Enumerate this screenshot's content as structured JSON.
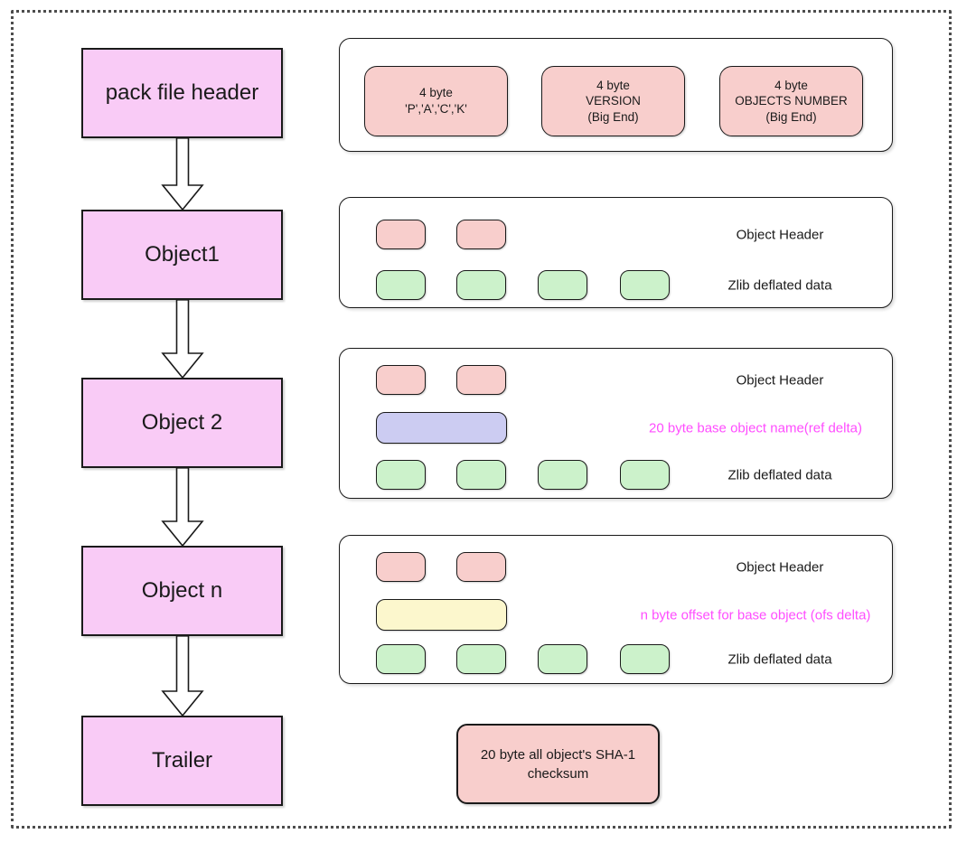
{
  "colors": {
    "ink": "#1a1a1a",
    "frame": "#4d4d4d",
    "node_pink": "#f9cbf6",
    "field_red": "#f8cecc",
    "field_green": "#ccf2cb",
    "bar_purple": "#ccccf2",
    "bar_yellow": "#fcf7cd",
    "magenta": "#ff4dff"
  },
  "flow": {
    "nodes": [
      {
        "label": "pack file header"
      },
      {
        "label": "Object1"
      },
      {
        "label": "Object 2"
      },
      {
        "label": "Object n"
      },
      {
        "label": "Trailer"
      }
    ]
  },
  "panels": {
    "header": {
      "fields": [
        {
          "text": "4 byte\n'P','A','C','K'"
        },
        {
          "text": "4 byte\nVERSION\n(Big End)"
        },
        {
          "text": "4 byte\nOBJECTS NUMBER\n(Big End)"
        }
      ]
    },
    "object1": {
      "rows": [
        {
          "kind": "object-header-bytes",
          "label": "Object Header"
        },
        {
          "kind": "zlib-data-bytes",
          "label": "Zlib deflated data"
        }
      ]
    },
    "object2": {
      "rows": [
        {
          "kind": "object-header-bytes",
          "label": "Object Header"
        },
        {
          "kind": "ref-delta-bytes",
          "label": "20 byte base object name(ref delta)"
        },
        {
          "kind": "zlib-data-bytes",
          "label": "Zlib deflated data"
        }
      ]
    },
    "objectn": {
      "rows": [
        {
          "kind": "object-header-bytes",
          "label": "Object Header"
        },
        {
          "kind": "ofs-delta-bytes",
          "label": "n byte offset for base object (ofs delta)"
        },
        {
          "kind": "zlib-data-bytes",
          "label": "Zlib deflated data"
        }
      ]
    },
    "trailer": {
      "text": "20 byte all object's SHA-1\nchecksum"
    }
  }
}
